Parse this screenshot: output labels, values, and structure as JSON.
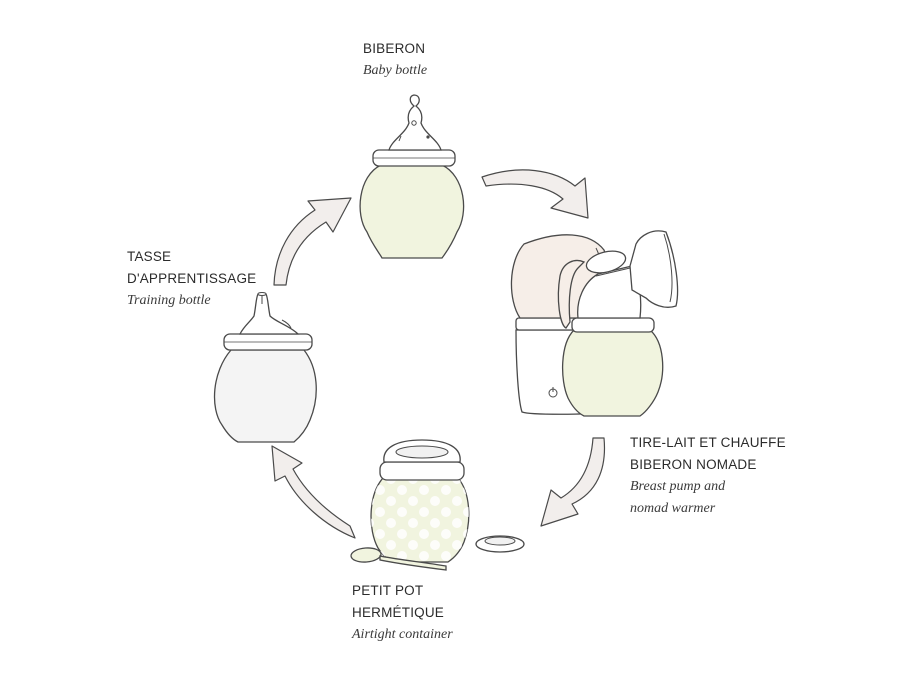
{
  "products": {
    "baby_bottle": {
      "name_fr": "BIBERON",
      "name_en": "Baby bottle"
    },
    "breast_pump": {
      "name_fr_line1": "TIRE-LAIT ET CHAUFFE",
      "name_fr_line2": "BIBERON NOMADE",
      "name_en_line1": "Breast pump and",
      "name_en_line2": "nomad warmer"
    },
    "container": {
      "name_fr_line1": "PETIT POT",
      "name_fr_line2": "HERMÉTIQUE",
      "name_en": "Airtight container"
    },
    "training": {
      "name_fr_line1": "TASSE",
      "name_fr_line2": "D'APPRENTISSAGE",
      "name_en": "Training bottle"
    }
  },
  "colors": {
    "outline": "#4a4a4a",
    "body_green": "#f1f4df",
    "body_grey": "#f4f4f4",
    "arrow_fill": "#f2eeec",
    "dot": "#ffffff"
  }
}
